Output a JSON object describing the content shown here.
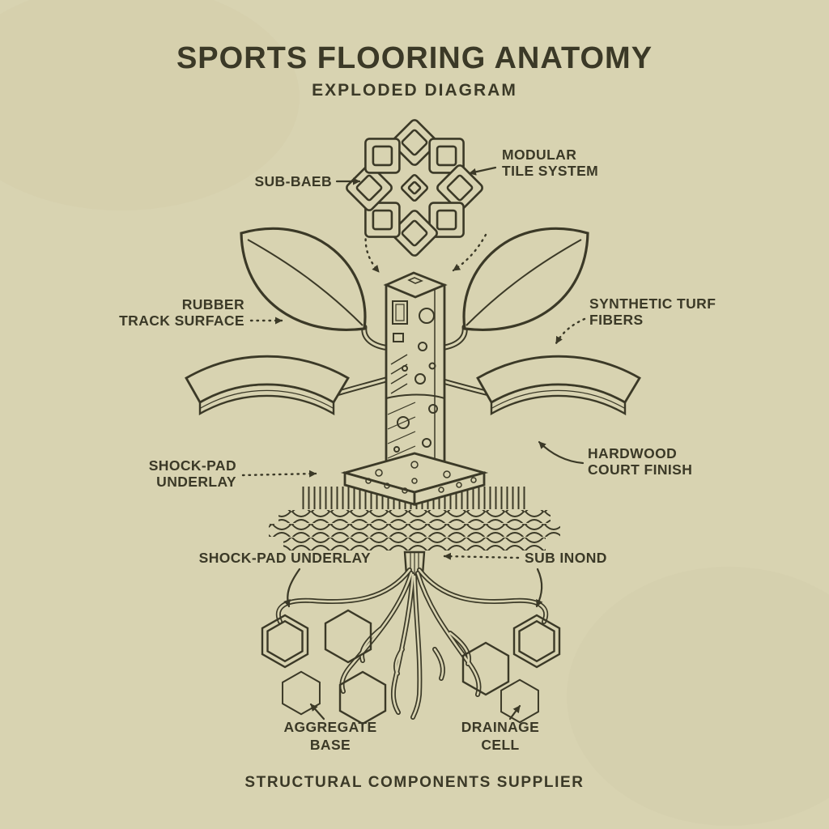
{
  "header": {
    "title": "SPORTS FLOORING ANATOMY",
    "subtitle": "EXPLODED DIAGRAM"
  },
  "labels": {
    "sub_base": "SUB-BAEB",
    "modular": {
      "line1": "MODULAR",
      "line2": "TILE SYSTEM"
    },
    "rubber": {
      "line1": "RUBBER",
      "line2": "TRACK SURFACE"
    },
    "turf": {
      "line1": "SYNTHETIC TURF",
      "line2": "FIBERS"
    },
    "shock_mid": {
      "line1": "SHOCK-PAD",
      "line2": "UNDERLAY"
    },
    "hardwood": {
      "line1": "HARDWOOD",
      "line2": "COURT FINISH"
    },
    "shock_lower": "SHOCK-PAD UNDERLAY",
    "sub_lower": "SUB INOND",
    "aggregate": {
      "line1": "AGGREGATE",
      "line2": "BASE"
    },
    "drainage": {
      "line1": "DRAINAGE",
      "line2": "CELL"
    }
  },
  "footer": {
    "text": "STRUCTURAL COMPONENTS SUPPLIER"
  },
  "colors": {
    "background": "#d8d3b1",
    "ink": "#3b3927"
  },
  "diagram": {
    "style": "vintage line-art exploded anatomy, plant metaphor",
    "parts": [
      "modular-tile-flower",
      "rubber-track-leaf",
      "synthetic-turf-leaf",
      "trunk-core-column",
      "shock-pad-wedge",
      "hardwood-wedge",
      "base-platform",
      "woven-underlay-mat",
      "root-system",
      "drainage-hexagons"
    ]
  }
}
